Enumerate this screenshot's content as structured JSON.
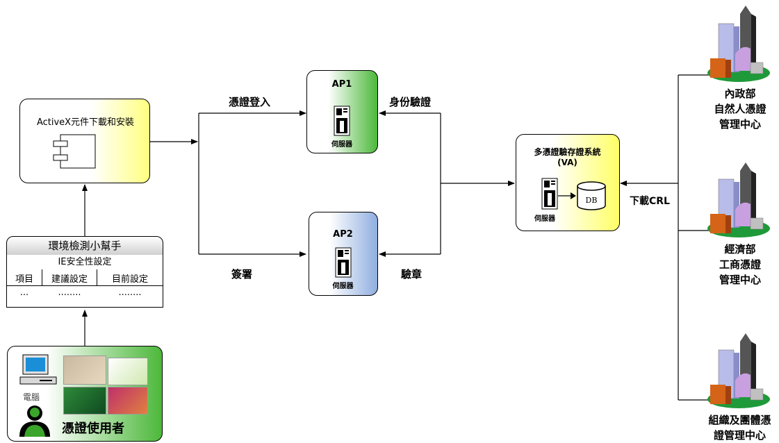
{
  "activex": {
    "title": "ActiveX元件下載和安裝"
  },
  "helper": {
    "title": "環境檢測小幫手",
    "subtitle": "IE安全性設定",
    "columns": [
      "項目",
      "建議設定",
      "目前設定"
    ],
    "row": [
      "...",
      "........",
      "........"
    ]
  },
  "user": {
    "pc_label": "電腦",
    "label": "憑證使用者"
  },
  "flows": {
    "login": "憑證登入",
    "sign": "簽署",
    "identity": "身份驗證",
    "verify_seal": "驗章",
    "download_crl": "下載CRL"
  },
  "ap1": {
    "title": "AP1",
    "server": "伺服器"
  },
  "ap2": {
    "title": "AP2",
    "server": "伺服器"
  },
  "va": {
    "title_line1": "多憑證驗存證系統",
    "title_line2": "(VA)",
    "server": "伺服器",
    "db": "DB"
  },
  "cas": [
    {
      "lines": [
        "內政部",
        "自然人憑證",
        "管理中心"
      ]
    },
    {
      "lines": [
        "經濟部",
        "工商憑證",
        "管理中心"
      ]
    },
    {
      "lines": [
        "組織及團體憑",
        "證管理中心"
      ]
    }
  ],
  "colors": {
    "green": "#4cb83a",
    "blue": "#8faee0",
    "yellow": "#ffff66"
  }
}
